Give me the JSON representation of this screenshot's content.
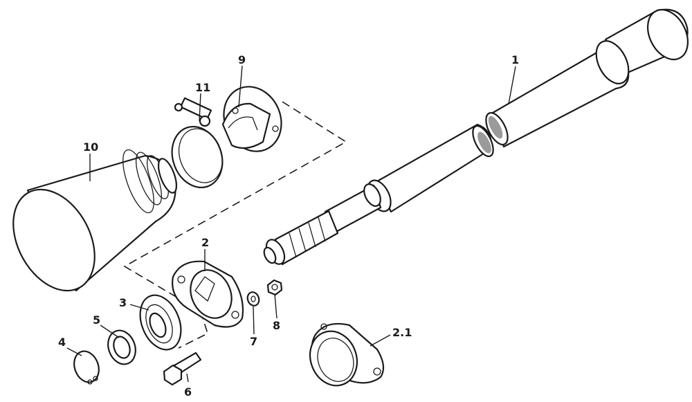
{
  "parts": [
    {
      "id": "1",
      "label": "1"
    },
    {
      "id": "2",
      "label": "2"
    },
    {
      "id": "2.1",
      "label": "2.1"
    },
    {
      "id": "3",
      "label": "3"
    },
    {
      "id": "4",
      "label": "4"
    },
    {
      "id": "5",
      "label": "5"
    },
    {
      "id": "6",
      "label": "6"
    },
    {
      "id": "7",
      "label": "7"
    },
    {
      "id": "8",
      "label": "8"
    },
    {
      "id": "9",
      "label": "9"
    },
    {
      "id": "10",
      "label": "10"
    },
    {
      "id": "11",
      "label": "11"
    }
  ]
}
